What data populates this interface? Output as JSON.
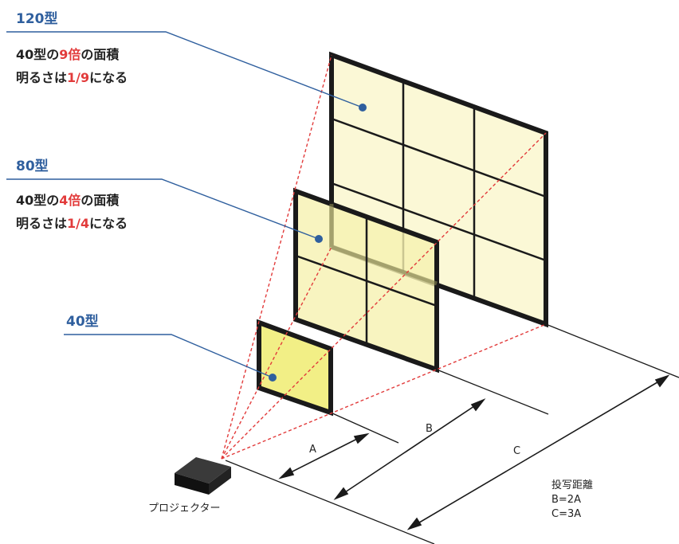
{
  "labels": {
    "screen_120": "120型",
    "screen_80": "80型",
    "screen_40": "40型",
    "projector": "プロジェクター"
  },
  "descriptions": {
    "screen_120": {
      "line1_prefix": "40型の",
      "line1_highlight": "9倍",
      "line1_suffix": "の面積",
      "line2_prefix": "明るさは",
      "line2_highlight": "1/9",
      "line2_suffix": "になる"
    },
    "screen_80": {
      "line1_prefix": "40型の",
      "line1_highlight": "4倍",
      "line1_suffix": "の面積",
      "line2_prefix": "明るさは",
      "line2_highlight": "1/4",
      "line2_suffix": "になる"
    }
  },
  "distances": {
    "a": "A",
    "b": "B",
    "c": "C"
  },
  "legend": {
    "title": "投写距離",
    "line1": "B=2A",
    "line2": "C=3A"
  },
  "colors": {
    "label_blue": "#2f5f9e",
    "highlight_red": "#e23b3b",
    "ray_red": "#e23b3b",
    "screen_fill_large": "#fbf8d6",
    "screen_fill_small": "#f2ef86",
    "frame": "#1a1a1a"
  }
}
